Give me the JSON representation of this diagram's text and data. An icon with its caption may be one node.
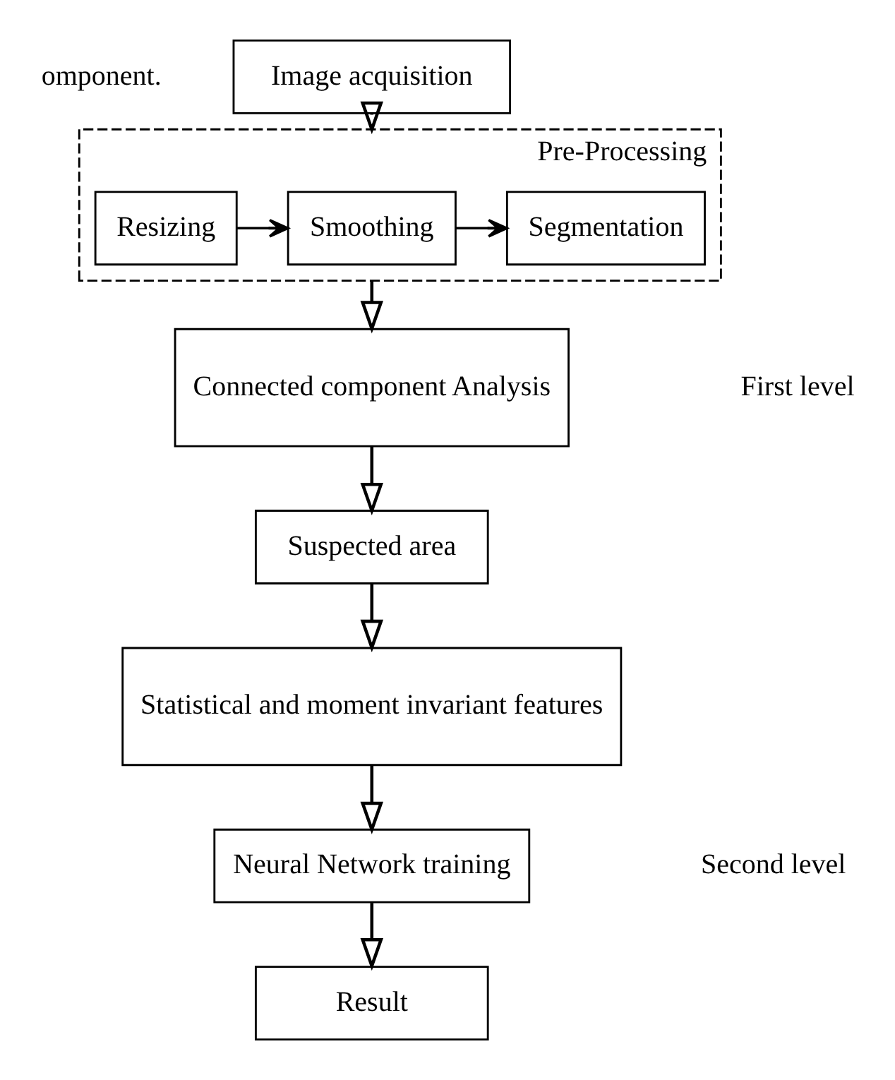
{
  "diagram": {
    "nodes": [
      {
        "text": [
          "Image acquisition"
        ]
      },
      {
        "text": [
          "Pre-Processing"
        ]
      },
      {
        "text": [
          "Resizing"
        ],
        "in": 1
      },
      {
        "text": [
          "Smoothing"
        ],
        "in": 1
      },
      {
        "text": [
          "Segmentation"
        ],
        "in": 1
      },
      {
        "text": [
          "Connected component Analysis"
        ]
      },
      {
        "text": [
          "Suspected area"
        ]
      },
      {
        "text": [
          "Statistical and moment invariant features"
        ]
      },
      {
        "text": [
          "Neural Network training"
        ]
      },
      {
        "text": [
          "Result"
        ]
      }
    ],
    "edges": [
      {
        "from": 0,
        "to": 1,
        "arrow": "to"
      },
      {
        "from": 2,
        "to": 3,
        "arrow": "to"
      },
      {
        "from": 3,
        "to": 4,
        "arrow": "to"
      },
      {
        "from": 1,
        "to": 5,
        "arrow": "to"
      },
      {
        "from": 5,
        "to": 6,
        "arrow": "to"
      },
      {
        "from": 6,
        "to": 7,
        "arrow": "to"
      },
      {
        "from": 7,
        "to": 8,
        "arrow": "to"
      },
      {
        "from": 8,
        "to": 9,
        "arrow": "to"
      }
    ],
    "labels": [
      "omponent.",
      "First level",
      "Second level"
    ]
  }
}
